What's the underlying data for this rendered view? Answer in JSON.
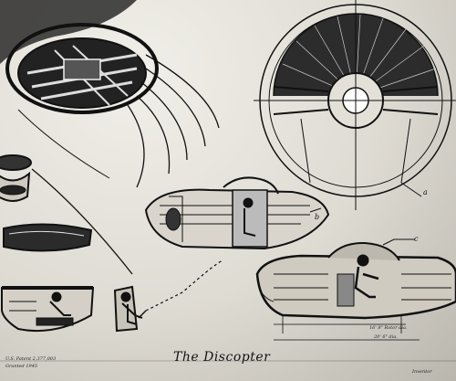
{
  "title": "The Discopter",
  "labels": {
    "a": "a",
    "b": "b",
    "c": "c"
  },
  "notes": {
    "patent_line1": "U.S. Patent 2,377,003",
    "patent_line2": "Granted 1945",
    "dim_line1": "16' 8\" Rotor dia.",
    "dim_line2": "20' 6\" dia.",
    "corner": "Inventor"
  },
  "colors": {
    "paper": "#e3e0d8",
    "ink": "#111111"
  }
}
